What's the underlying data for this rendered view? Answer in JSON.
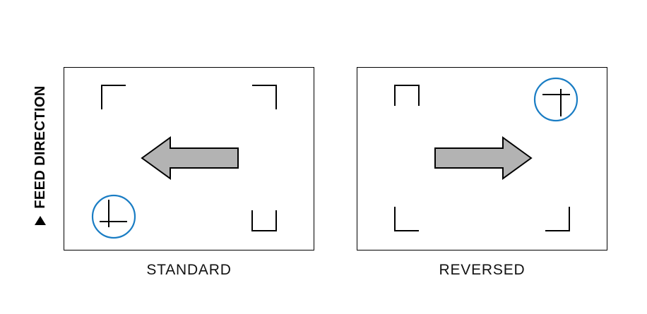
{
  "feed_direction": {
    "label": "FEED DIRECTION",
    "arrow_icon": "up-triangle"
  },
  "panels": [
    {
      "id": "standard",
      "label": "STANDARD",
      "arrow_direction": "left",
      "highlighted_corner": "bottom-left",
      "corner_marks": {
        "top_left": "corner-bracket-top-left",
        "top_right": "corner-bracket-top-right",
        "bottom_left": "registration-cross-circled",
        "bottom_right": "u-bracket-open-top"
      }
    },
    {
      "id": "reversed",
      "label": "REVERSED",
      "arrow_direction": "right",
      "highlighted_corner": "top-right",
      "corner_marks": {
        "top_left": "u-bracket-open-bottom",
        "top_right": "registration-cross-circled",
        "bottom_left": "corner-bracket-bottom-left",
        "bottom_right": "corner-bracket-bottom-right"
      }
    }
  ],
  "colors": {
    "background": "#ffffff",
    "box_border": "#000000",
    "mark_stroke": "#000000",
    "text": "#121212",
    "arrow_fill": "#b3b3b3",
    "arrow_stroke": "#000000",
    "highlight_circle": "#1a7dc4"
  }
}
